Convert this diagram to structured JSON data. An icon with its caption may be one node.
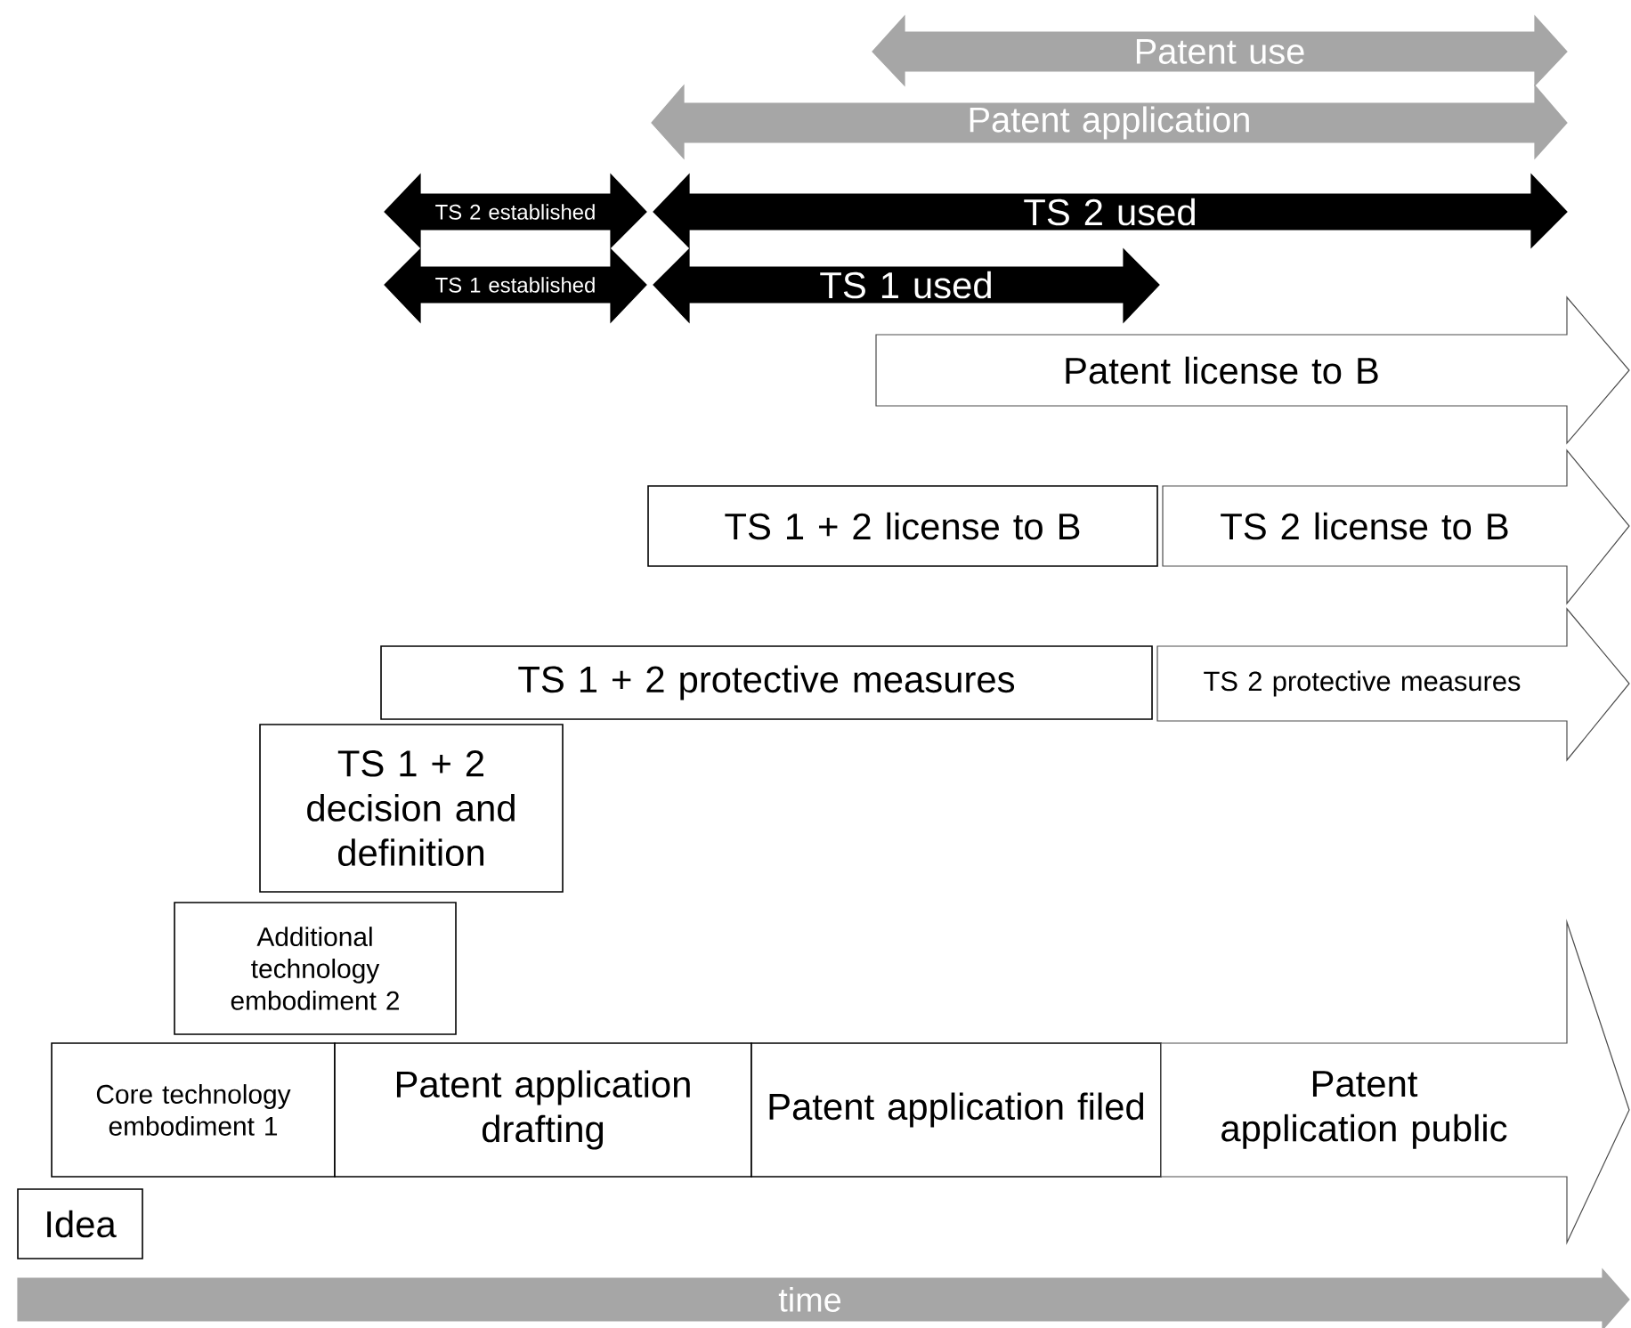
{
  "diagram": {
    "nodes": [
      {
        "text": [
          "Patent use"
        ]
      },
      {
        "text": [
          "Patent application"
        ]
      },
      {
        "text": [
          "TS 2 established"
        ]
      },
      {
        "text": [
          "TS 2 used"
        ]
      },
      {
        "text": [
          "TS 1 established"
        ]
      },
      {
        "text": [
          "TS 1 used"
        ]
      },
      {
        "text": [
          "Patent license to B"
        ]
      },
      {
        "text": [
          "TS 1 + 2 license to B"
        ]
      },
      {
        "text": [
          "TS 2 license to B"
        ]
      },
      {
        "text": [
          "TS 1 + 2 protective measures"
        ]
      },
      {
        "text": [
          "TS 2 protective measures"
        ]
      },
      {
        "text": [
          "TS 1 + 2 decision and definition"
        ]
      },
      {
        "text": [
          "Additional technology embodiment 2"
        ]
      },
      {
        "text": [
          "Core technology embodiment 1"
        ]
      },
      {
        "text": [
          "Patent application drafting"
        ]
      },
      {
        "text": [
          "Patent application filed"
        ]
      },
      {
        "text": [
          "Patent application public"
        ]
      },
      {
        "text": [
          "Idea"
        ]
      },
      {
        "text": [
          "time"
        ]
      }
    ]
  }
}
